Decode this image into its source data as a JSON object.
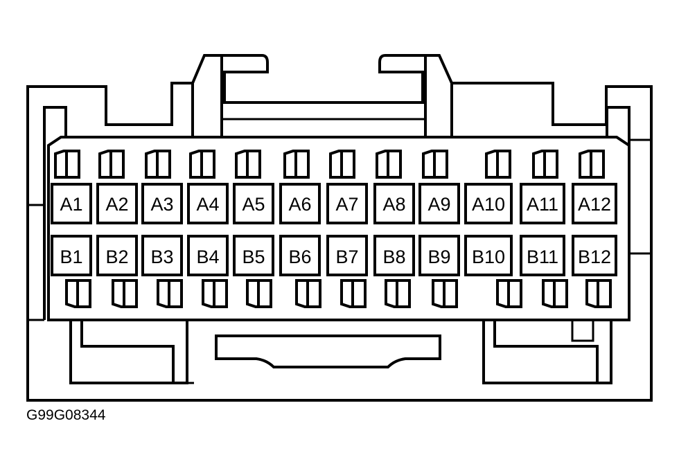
{
  "connector": {
    "row_a": [
      "A1",
      "A2",
      "A3",
      "A4",
      "A5",
      "A6",
      "A7",
      "A8",
      "A9",
      "A10",
      "A11",
      "A12"
    ],
    "row_b": [
      "B1",
      "B2",
      "B3",
      "B4",
      "B5",
      "B6",
      "B7",
      "B8",
      "B9",
      "B10",
      "B11",
      "B12"
    ]
  },
  "figure_id": "G99G08344",
  "colors": {
    "line": "#000000",
    "background": "#ffffff"
  }
}
